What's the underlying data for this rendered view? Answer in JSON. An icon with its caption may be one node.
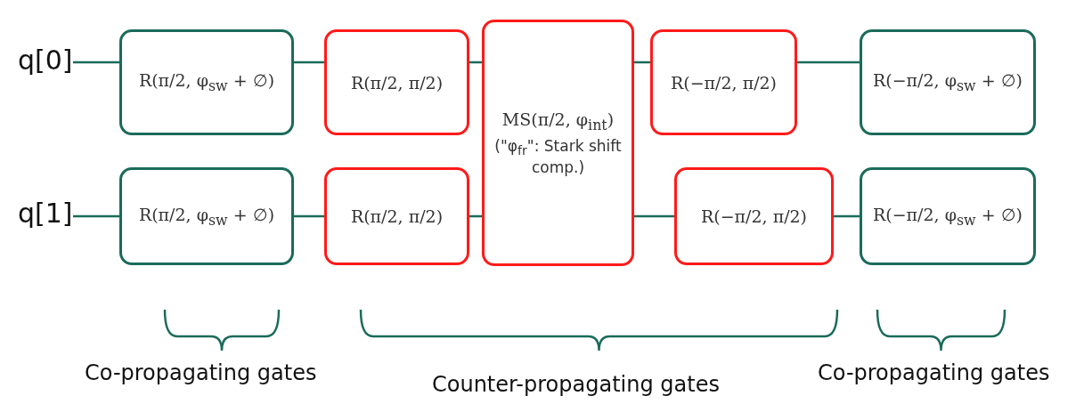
{
  "diagram": {
    "nodes": [
      {
        "text": [
          "q[0]"
        ]
      },
      {
        "text": [
          "R(π/2, φ$_{sw}$ + ∅)"
        ]
      },
      {
        "text": [
          "R(π/2, π/2)"
        ]
      },
      {
        "text": [
          "MS(π/2, φ$_{int}$)",
          "(\"φ$_{fr}$\": Stark shift comp.)"
        ]
      },
      {
        "text": [
          "R(−π/2, π/2)"
        ]
      },
      {
        "text": [
          "R(−π/2, φ$_{sw}$ + ∅)"
        ]
      },
      {
        "text": [
          "q[1]"
        ]
      },
      {
        "text": [
          "R(π/2, φ$_{sw}$ + ∅)"
        ]
      },
      {
        "text": [
          "R(π/2, π/2)"
        ]
      },
      {
        "text": [
          "R(−π/2, π/2)"
        ]
      },
      {
        "text": [
          "R(−π/2, φ$_{sw}$ + ∅)"
        ]
      }
    ],
    "edges": [
      {
        "from": 0,
        "to": 1,
        "arrow": "none"
      },
      {
        "from": 1,
        "to": 2,
        "arrow": "none"
      },
      {
        "from": 2,
        "to": 3,
        "arrow": "none"
      },
      {
        "from": 3,
        "to": 4,
        "arrow": "none"
      },
      {
        "from": 4,
        "to": 5,
        "arrow": "none"
      },
      {
        "from": 6,
        "to": 7,
        "arrow": "none"
      },
      {
        "from": 7,
        "to": 8,
        "arrow": "none"
      },
      {
        "from": 8,
        "to": 3,
        "arrow": "none"
      },
      {
        "from": 3,
        "to": 9,
        "arrow": "none"
      },
      {
        "from": 9,
        "to": 10,
        "arrow": "none"
      }
    ],
    "labels": [
      "Co-propagating gates",
      "Counter-propagating gates",
      "Co-propagating gates"
    ]
  }
}
